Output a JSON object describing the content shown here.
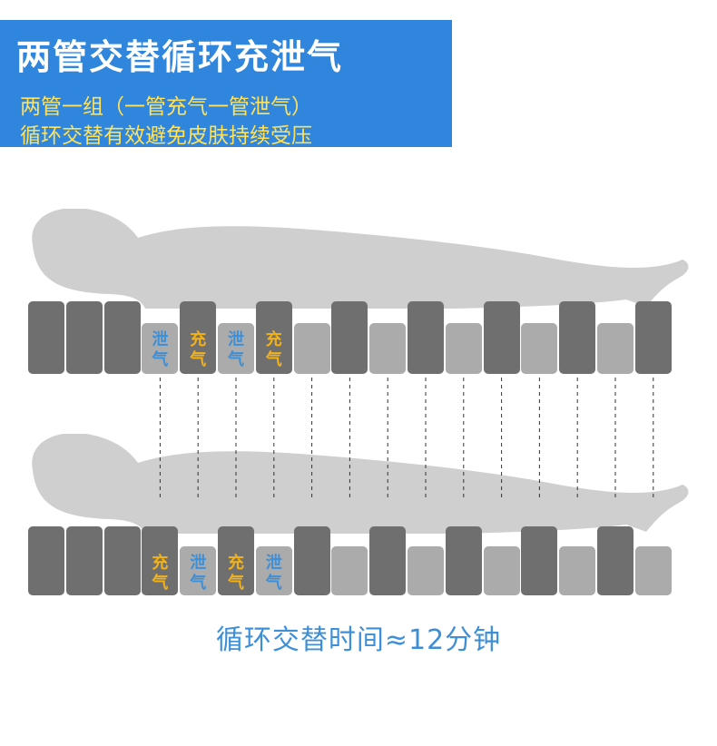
{
  "banner": {
    "title": "两管交替循环充泄气",
    "line1": "两管一组（一管充气一管泄气）",
    "line2": "循环交替有效避免皮肤持续受压"
  },
  "colors": {
    "banner_bg": "#2f86dc",
    "banner_title": "#ffffff",
    "banner_sub": "#ffe15a",
    "body_silhouette": "#cfcfcf",
    "cell_dark": "#6f6f6f",
    "cell_light": "#ababab",
    "label_inflate": "#f2b21b",
    "label_deflate": "#3d8fd8",
    "caption": "#3d8fd8"
  },
  "labels": {
    "inflate_top": "充",
    "inflate_bottom": "气",
    "deflate_top": "泄",
    "deflate_bottom": "气"
  },
  "top_row": {
    "states": [
      "dark",
      "dark",
      "dark",
      "light",
      "dark",
      "light",
      "dark",
      "light",
      "dark",
      "light",
      "dark",
      "light",
      "dark",
      "light",
      "dark",
      "light",
      "dark"
    ],
    "label_cells": [
      {
        "index": 3,
        "kind": "deflate"
      },
      {
        "index": 4,
        "kind": "inflate"
      },
      {
        "index": 5,
        "kind": "deflate"
      },
      {
        "index": 6,
        "kind": "inflate"
      }
    ]
  },
  "bottom_row": {
    "states": [
      "dark",
      "dark",
      "dark",
      "dark",
      "light",
      "dark",
      "light",
      "dark",
      "light",
      "dark",
      "light",
      "dark",
      "light",
      "dark",
      "light",
      "dark",
      "light"
    ],
    "label_cells": [
      {
        "index": 3,
        "kind": "inflate"
      },
      {
        "index": 4,
        "kind": "deflate"
      },
      {
        "index": 5,
        "kind": "inflate"
      },
      {
        "index": 6,
        "kind": "deflate"
      }
    ]
  },
  "caption": "循环交替时间≈12分钟"
}
